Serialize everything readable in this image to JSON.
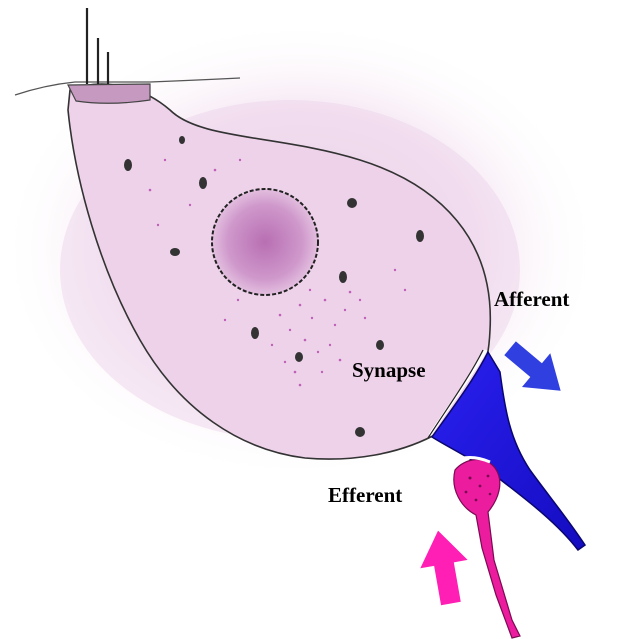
{
  "labels": {
    "afferent": "Afferent",
    "synapse": "Synapse",
    "efferent": "Efferent"
  },
  "colors": {
    "cell_fill": "#efd3ea",
    "cell_outline": "#333333",
    "nucleus": "#c98bc4",
    "halo": "#e9c8e4",
    "afferent_nerve": "#1f16e0",
    "efferent_nerve": "#ec1c9f",
    "afferent_arrow": "#2f3fe0",
    "efferent_arrow": "#ff1fb4",
    "label_text": "#000000"
  }
}
